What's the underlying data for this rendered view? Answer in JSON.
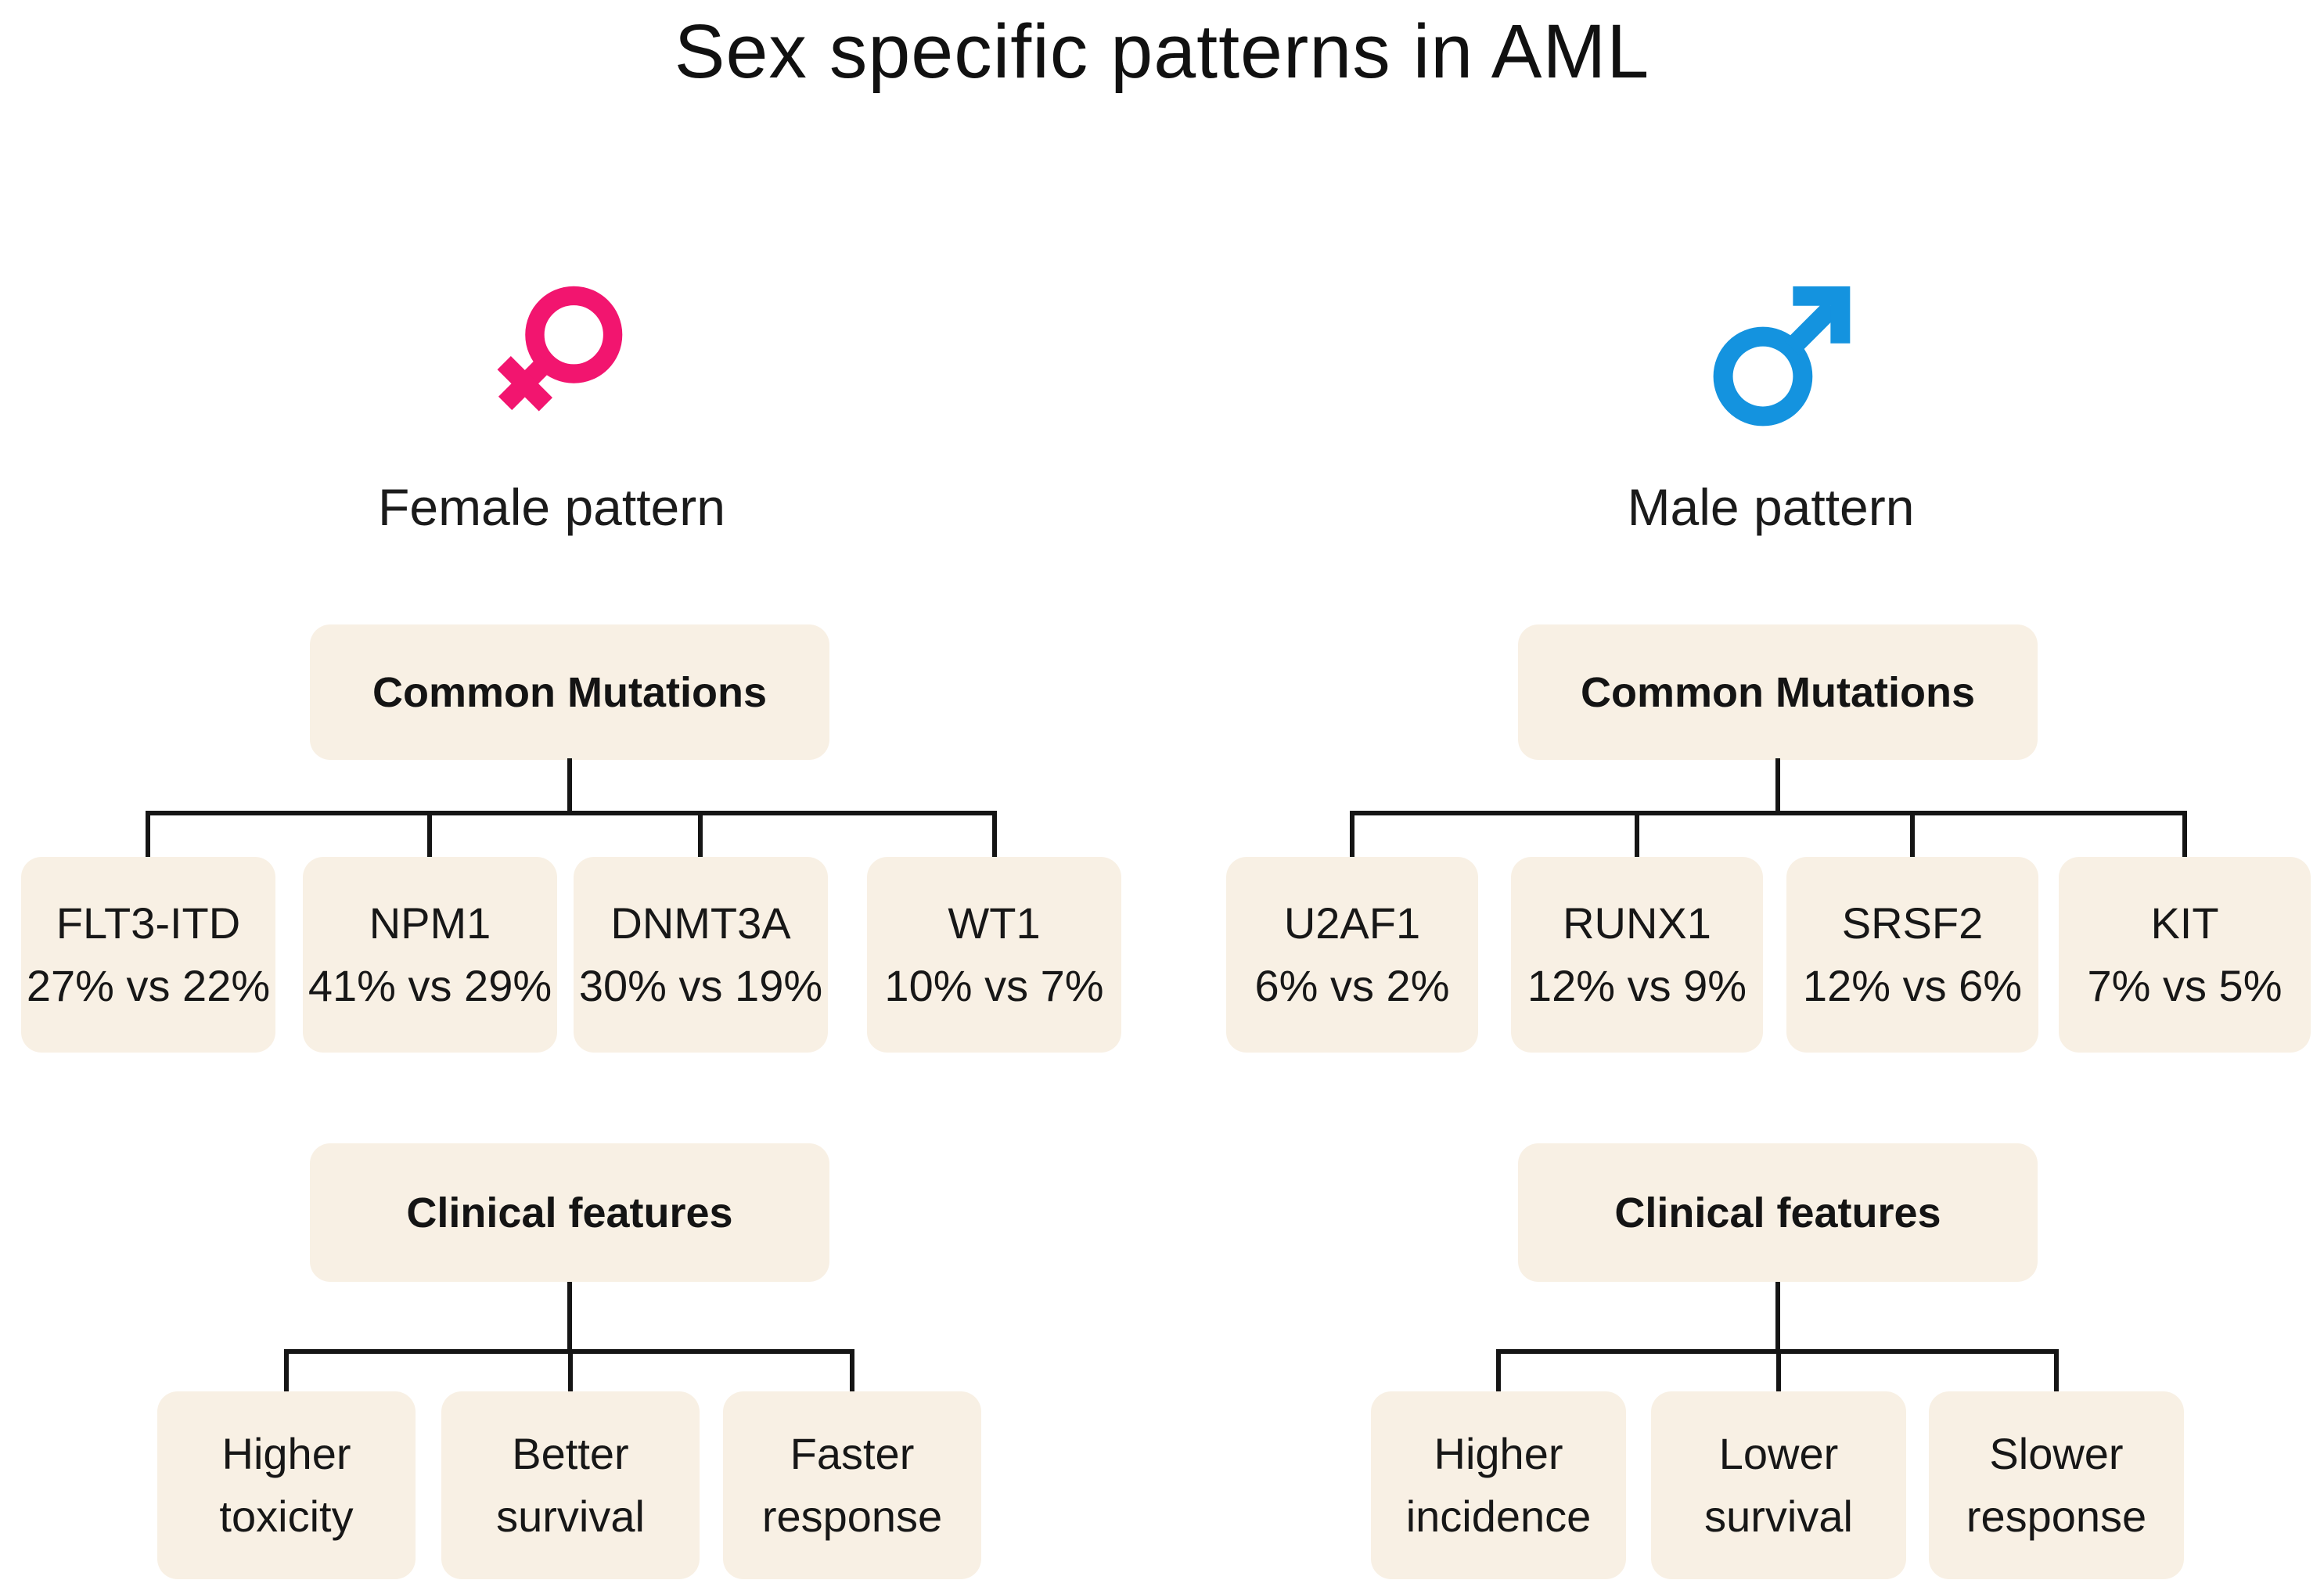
{
  "title": "Sex specific patterns in AML",
  "colors": {
    "female": "#F2156F",
    "male": "#1493DF",
    "box_bg": "#F8F0E4",
    "line": "#151515"
  },
  "sections": [
    {
      "id": "female",
      "label": "Female pattern",
      "mutations_header": "Common Mutations",
      "mutations": [
        {
          "name": "FLT3-ITD",
          "stat": "27% vs 22%"
        },
        {
          "name": "NPM1",
          "stat": "41% vs 29%"
        },
        {
          "name": "DNMT3A",
          "stat": "30% vs 19%"
        },
        {
          "name": "WT1",
          "stat": "10% vs 7%"
        }
      ],
      "clinical_header": "Clinical features",
      "clinical": [
        "Higher toxicity",
        "Better survival",
        "Faster response"
      ]
    },
    {
      "id": "male",
      "label": "Male pattern",
      "mutations_header": "Common Mutations",
      "mutations": [
        {
          "name": "U2AF1",
          "stat": "6% vs 2%"
        },
        {
          "name": "RUNX1",
          "stat": "12% vs 9%"
        },
        {
          "name": "SRSF2",
          "stat": "12% vs 6%"
        },
        {
          "name": "KIT",
          "stat": "7% vs 5%"
        }
      ],
      "clinical_header": "Clinical features",
      "clinical": [
        "Higher incidence",
        "Lower survival",
        "Slower response"
      ]
    }
  ]
}
